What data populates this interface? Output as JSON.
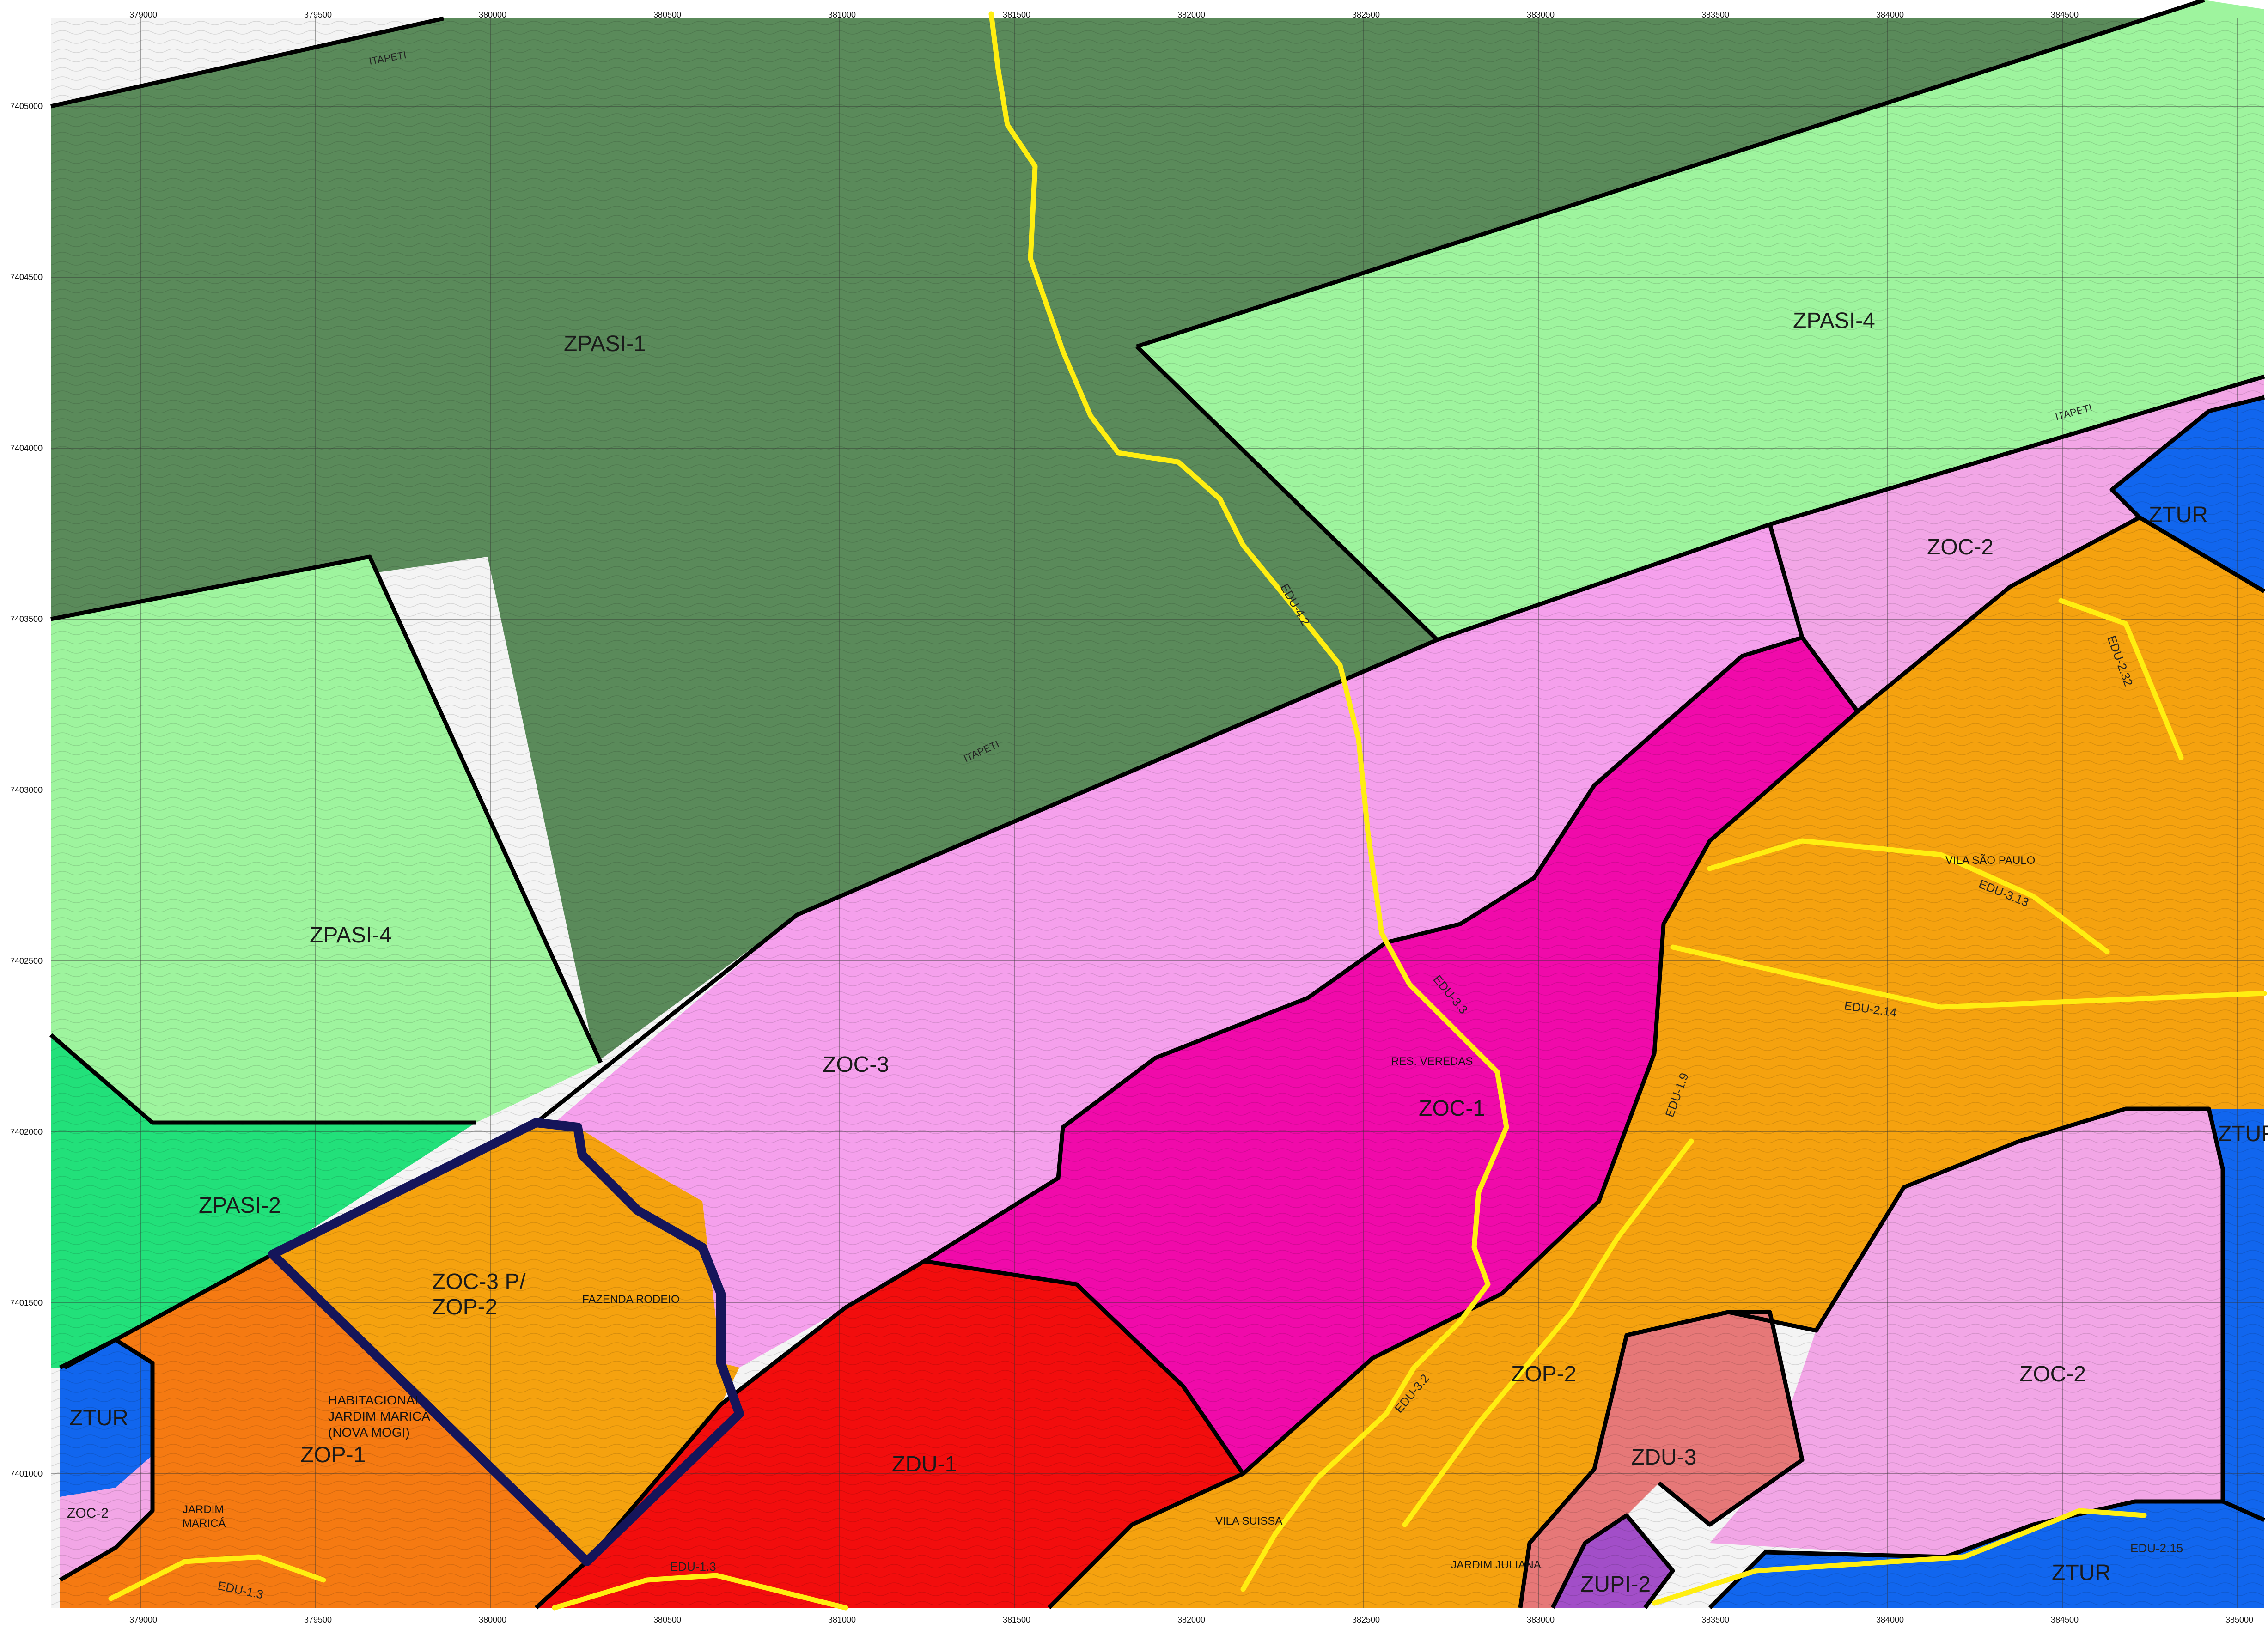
{
  "map": {
    "zones": {
      "zpasi1": "ZPASI-1",
      "zpasi4_ne": "ZPASI-4",
      "zpasi4_w": "ZPASI-4",
      "zpasi2": "ZPASI-2",
      "zoc3": "ZOC-3",
      "zoc1": "ZOC-1",
      "zoc2_ne": "ZOC-2",
      "zoc2_se": "ZOC-2",
      "zoc2_sw": "ZOC-2",
      "ztur_ne": "ZTUR",
      "ztur_e": "ZTUR",
      "ztur_w": "ZTUR",
      "ztur_se": "ZTUR",
      "zoc3p_line1": "ZOC-3 P/",
      "zoc3p_line2": "ZOP-2",
      "zop1": "ZOP-1",
      "zop2": "ZOP-2",
      "zdu1": "ZDU-1",
      "zdu3": "ZDU-3",
      "zupi2": "ZUPI-2"
    },
    "places": {
      "vila_sao_paulo": "VILA SÃO PAULO",
      "res_veredas": "RES. VEREDAS",
      "fazenda_rodeio": "FAZENDA RODEIO",
      "vila_suissa": "VILA SUISSA",
      "jardim_juliana": "JARDIM JULIANA",
      "habitacional": "HABITACIONAL",
      "jardim_marica": "JARDIM MARICÁ",
      "nova_mogi": "(NOVA MOGI)",
      "jardim_marica_2a": "JARDIM",
      "jardim_marica_2b": "MARICÁ"
    },
    "roads": {
      "edu_4_2": "EDU-4.2",
      "edu_3_3": "EDU-3.3",
      "edu_1_9": "EDU-1.9",
      "edu_3_2": "EDU-3.2",
      "edu_1_3a": "EDU-1.3",
      "edu_1_3b": "EDU-1.3",
      "edu_2_14": "EDU-2.14",
      "edu_3_13": "EDU-3.13",
      "edu_2_32": "EDU-2.32",
      "edu_2_15": "EDU-2.15",
      "itapeti_1": "ITAPETI",
      "itapeti_2": "ITAPETI",
      "itapeti_3": "ITAPETI"
    },
    "x_ticks": [
      "379000",
      "379500",
      "380000",
      "380500",
      "381000",
      "381500",
      "382000",
      "382500",
      "383000",
      "383500",
      "384000",
      "384500",
      "385000"
    ],
    "y_ticks": [
      "7405000",
      "7404500",
      "7404000",
      "7403500",
      "7403000",
      "7402500",
      "7402000",
      "7401500",
      "7401000"
    ],
    "colors": {
      "zpasi1": "#5a8a5a",
      "zpasi4": "#9ef49e",
      "zpasi2": "#22e07a",
      "zoc3": "#f5a0ec",
      "zoc1": "#f00aaa",
      "zoc2": "#f2a6e6",
      "zop2": "#f5a20f",
      "zop1": "#f57a12",
      "zdu1": "#f20d0d",
      "zdu3": "#e67878",
      "zupi2": "#a24ec8",
      "ztur": "#1166ee",
      "road_yellow": "#ffee11",
      "boundary": "#000000",
      "highlight": "#15155a"
    }
  }
}
